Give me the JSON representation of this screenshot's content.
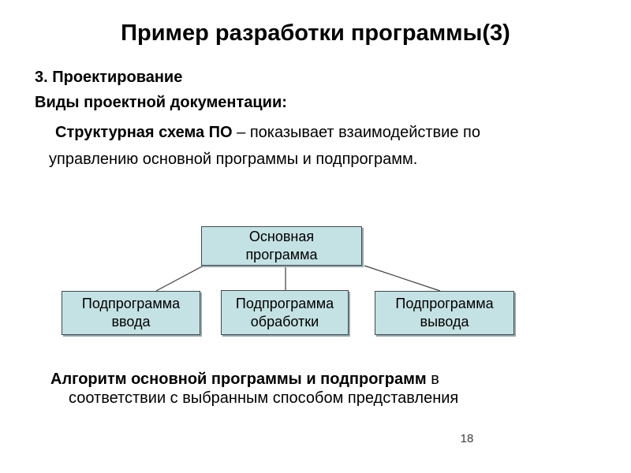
{
  "slide": {
    "title": "Пример разработки программы(3)",
    "heading1": "3. Проектирование",
    "heading2": "Виды проектной документации:",
    "paragraph": {
      "line1_bold": "Структурная схема ПО",
      "line1_rest": " – показывает взаимодействие по",
      "line2": "управлению основной программы и подпрограмм."
    },
    "footer": {
      "line1_bold": "Алгоритм основной программы и подпрограмм",
      "line1_rest": " в",
      "line2": "соответствии с выбранным способом представления"
    },
    "page_number": "18"
  },
  "diagram": {
    "nodes": {
      "main": {
        "line1": "Основная",
        "line2": "программа"
      },
      "input": {
        "line1": "Подпрограмма",
        "line2": "ввода"
      },
      "process": {
        "line1": "Подпрограмма",
        "line2": "обработки"
      },
      "output": {
        "line1": "Подпрограмма",
        "line2": "вывода"
      }
    },
    "colors": {
      "node_fill": "#c4e1e3",
      "node_border": "#3f4a4d",
      "node_shadow": "#97a8ac",
      "connector": "#404040"
    }
  }
}
